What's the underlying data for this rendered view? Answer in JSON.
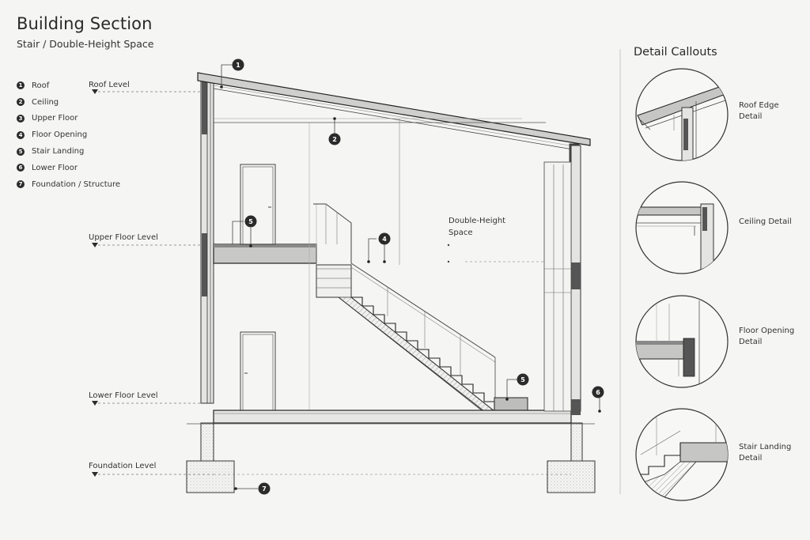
{
  "header": {
    "title": "Building Section",
    "subtitle": "Stair / Double-Height Space"
  },
  "legend": [
    {
      "num": "1",
      "label": "Roof"
    },
    {
      "num": "2",
      "label": "Ceiling"
    },
    {
      "num": "3",
      "label": "Upper Floor"
    },
    {
      "num": "4",
      "label": "Floor Opening"
    },
    {
      "num": "5",
      "label": "Stair Landing"
    },
    {
      "num": "6",
      "label": "Lower Floor"
    },
    {
      "num": "7",
      "label": "Foundation / Structure"
    }
  ],
  "levels": {
    "roof": "Roof Level",
    "upper": "Upper Floor Level",
    "lower": "Lower Floor Level",
    "foundation": "Foundation Level"
  },
  "annotation": {
    "line1": "Double-Height",
    "line2": "Space"
  },
  "markers": {
    "m1": "1",
    "m2": "2",
    "m4": "4",
    "m5a": "5",
    "m5b": "5",
    "m6": "6",
    "m7": "7"
  },
  "callouts": {
    "title": "Detail Callouts",
    "items": [
      {
        "line1": "Roof Edge",
        "line2": "Detail"
      },
      {
        "line1": "Ceiling Detail",
        "line2": ""
      },
      {
        "line1": "Floor Opening",
        "line2": "Detail"
      },
      {
        "line1": "Stair Landing",
        "line2": "Detail"
      }
    ]
  }
}
